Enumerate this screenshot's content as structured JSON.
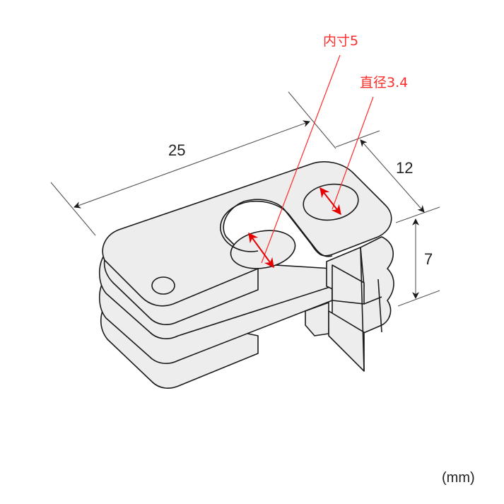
{
  "diagram": {
    "title": "",
    "subject": "Cable clip product dimension drawing (isometric)",
    "colors": {
      "part_fill": "#ededed",
      "outline": "#1a1a1a",
      "dimension_line": "#555555",
      "callout": "#ff2a2a"
    },
    "dimensions": {
      "length": {
        "label": "25"
      },
      "width": {
        "label": "12"
      },
      "height": {
        "label": "7"
      }
    },
    "callouts": {
      "inner_slot": {
        "label": "内寸5"
      },
      "hole_diameter": {
        "label": "直径3.4"
      }
    },
    "unit": {
      "label": "(mm)"
    }
  }
}
